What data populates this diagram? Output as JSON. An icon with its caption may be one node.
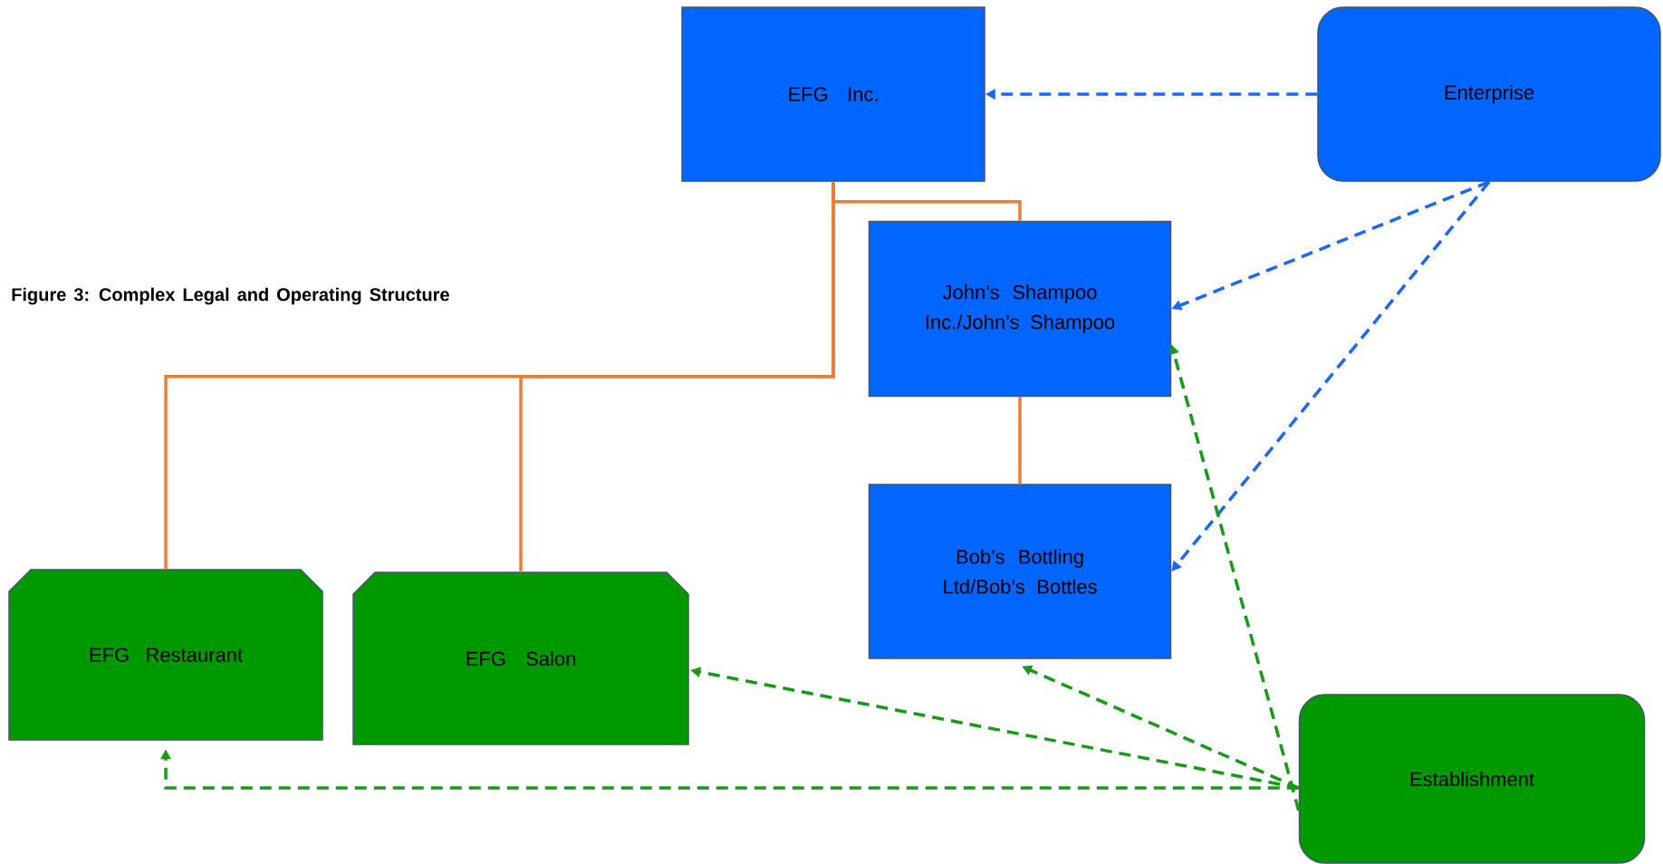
{
  "diagram": {
    "title": "Figure 3: Complex Legal and Operating Structure",
    "nodes": [
      {
        "text": [
          "EFG Inc."
        ]
      },
      {
        "text": [
          "Enterprise"
        ]
      },
      {
        "text": [
          "John’s Shampoo Inc./John’s Shampoo"
        ]
      },
      {
        "text": [
          "Bob’s Bottling Ltd/Bob’s Bottles"
        ]
      },
      {
        "text": [
          "EFG Restaurant"
        ]
      },
      {
        "text": [
          "EFG Salon"
        ]
      },
      {
        "text": [
          "Establishment"
        ]
      }
    ],
    "edges": [
      {
        "from": 1,
        "to": 0,
        "arrow": "to",
        "style": "dashed",
        "color": "#1a66ff"
      },
      {
        "from": 0,
        "to": 2,
        "arrow": "none",
        "color": "#ed7d31"
      },
      {
        "from": 0,
        "to": 4,
        "arrow": "none",
        "color": "#ed7d31"
      },
      {
        "from": 0,
        "to": 5,
        "arrow": "none",
        "color": "#ed7d31"
      },
      {
        "from": 2,
        "to": 3,
        "arrow": "none",
        "color": "#ed7d31"
      },
      {
        "from": 1,
        "to": 2,
        "arrow": "to",
        "style": "dashed",
        "color": "#1a66ff"
      },
      {
        "from": 1,
        "to": 3,
        "arrow": "to",
        "style": "dashed",
        "color": "#1a66ff"
      },
      {
        "from": 6,
        "to": 2,
        "arrow": "to",
        "style": "dashed",
        "color": "#169b16"
      },
      {
        "from": 6,
        "to": 3,
        "arrow": "to",
        "style": "dashed",
        "color": "#169b16"
      },
      {
        "from": 6,
        "to": 5,
        "arrow": "to",
        "style": "dashed",
        "color": "#169b16"
      },
      {
        "from": 6,
        "to": 4,
        "arrow": "to",
        "style": "dashed",
        "color": "#169b16"
      }
    ]
  }
}
